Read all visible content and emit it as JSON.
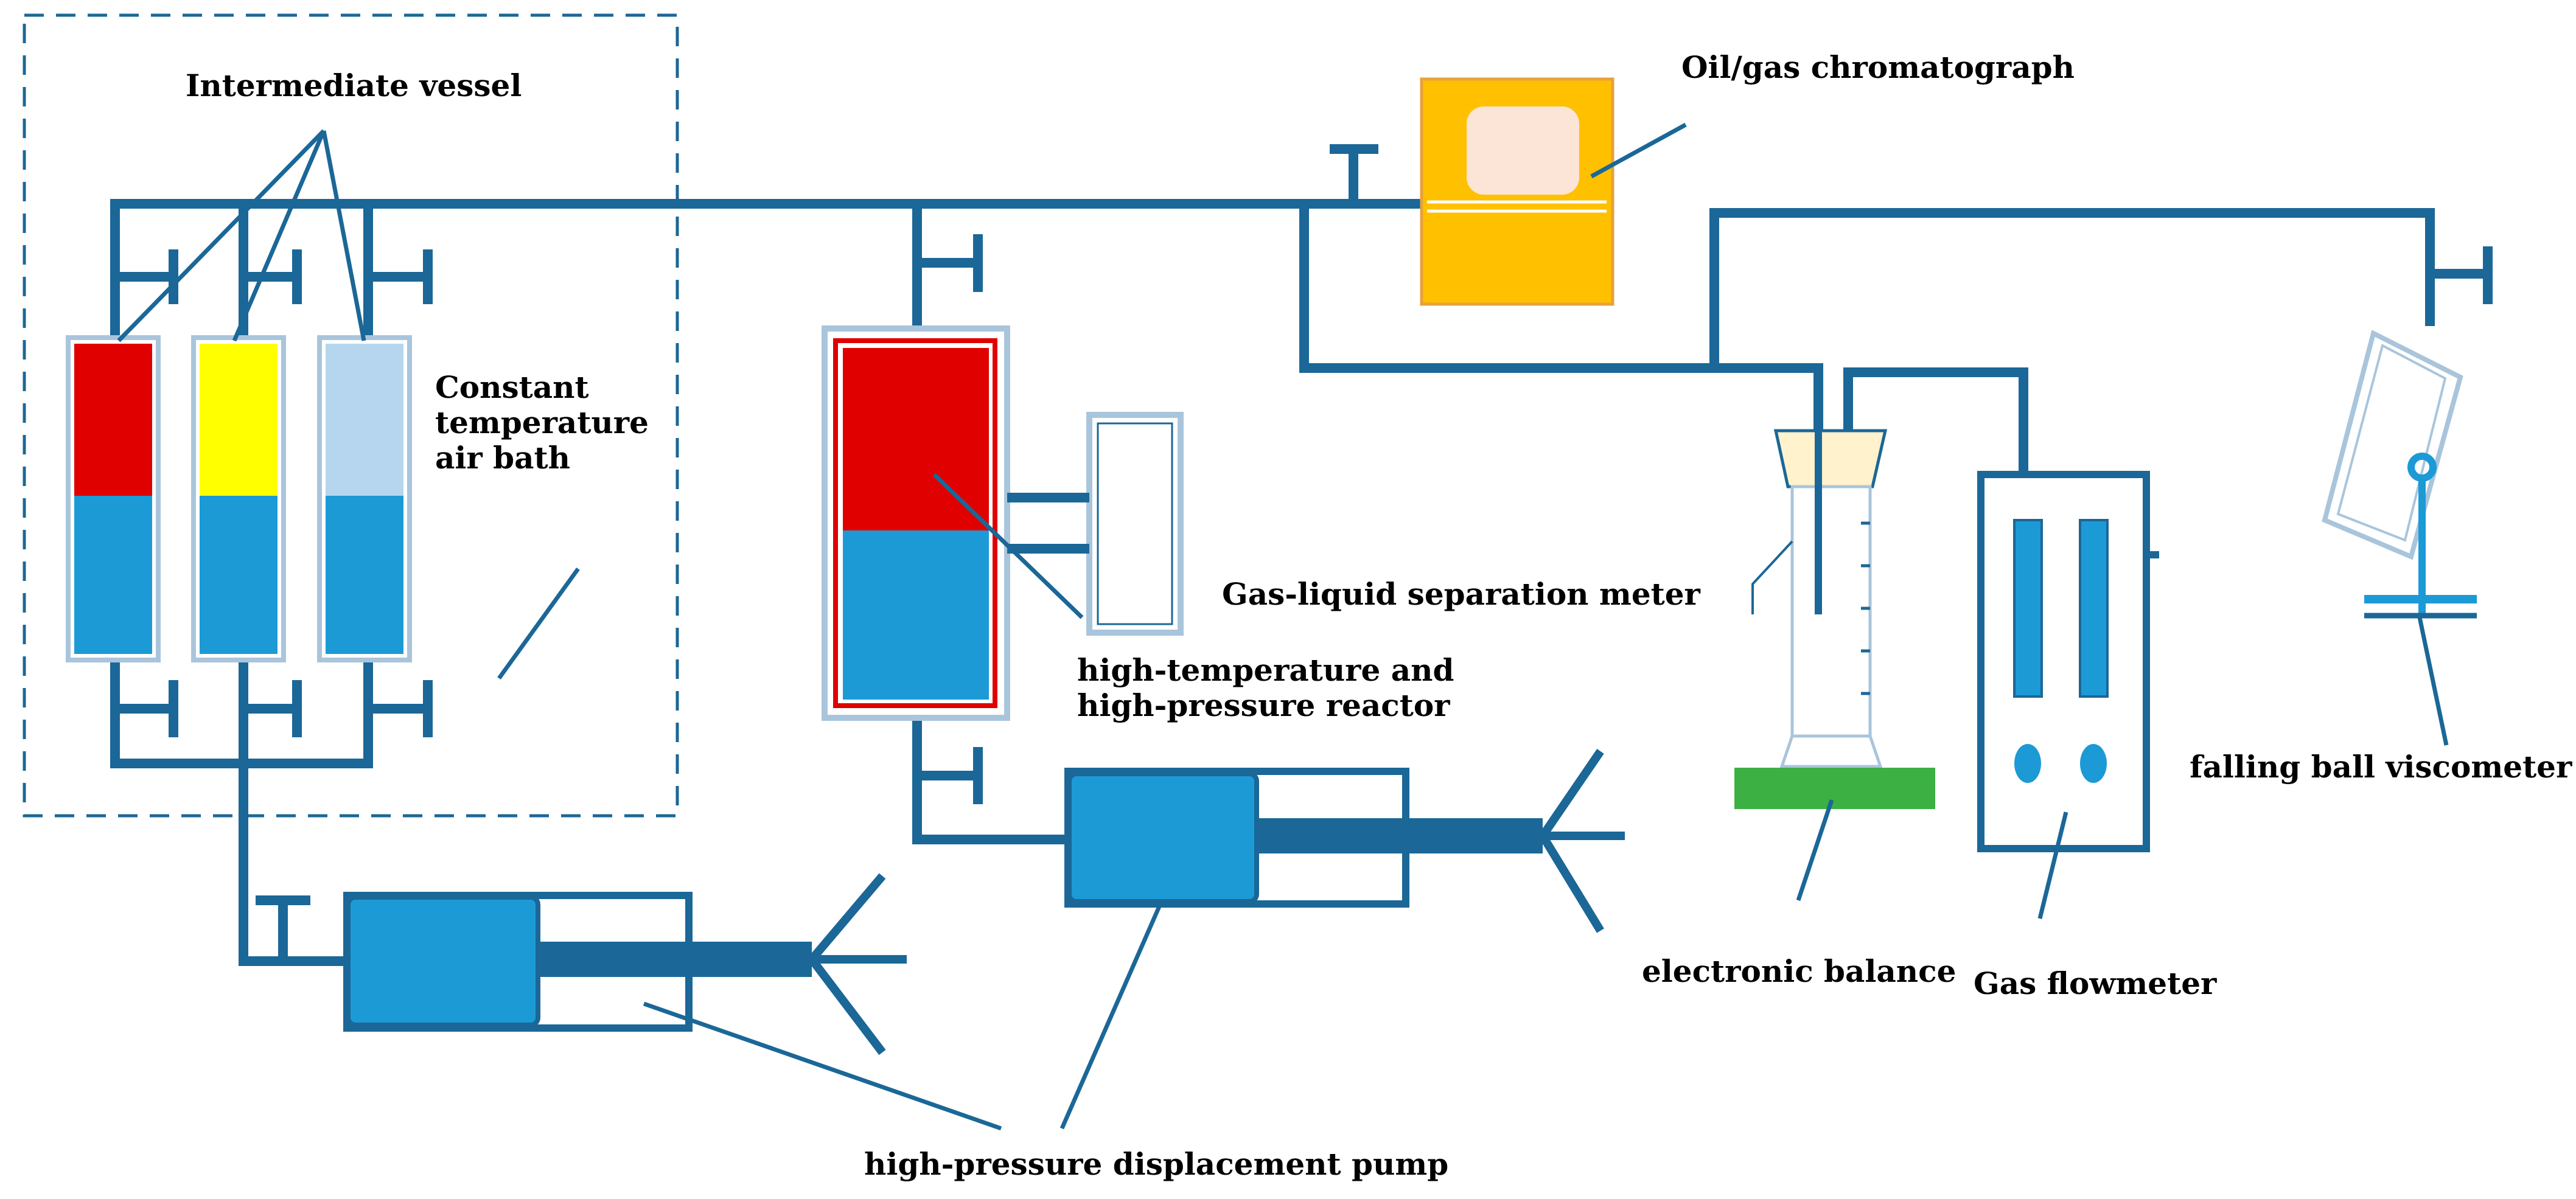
{
  "labels": {
    "intermediate_vessel": "Intermediate vessel",
    "air_bath": [
      "Constant",
      "temperature",
      "air bath"
    ],
    "oil_gas_chromatograph": "Oil/gas chromatograph",
    "reactor": [
      "high-temperature and",
      "high-pressure reactor"
    ],
    "gas_liquid_separation_meter": "Gas-liquid separation meter",
    "falling_ball_viscometer": "falling ball viscometer",
    "electronic_balance": "electronic balance",
    "gas_flowmeter": "Gas flowmeter",
    "displacement_pump": "high-pressure displacement pump"
  },
  "colors": {
    "pipe": "#1b6797",
    "equipment_blue": "#1c9ad6",
    "oil_red": "#e00000",
    "yellow_fluid": "#ffff00",
    "light_blue_fluid": "#b5d6ee",
    "chromatograph_orange": "#ffc000",
    "chromatograph_window": "#fce4d6",
    "balance_green": "#3cb043",
    "funnel_beige": "#fff2cc",
    "vessel_frame": "#a9c5dc"
  }
}
